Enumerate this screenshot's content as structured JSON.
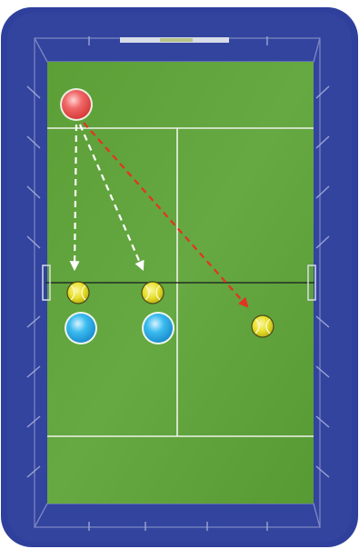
{
  "diagram": {
    "type": "padel-tennis-court-drill",
    "colors": {
      "frame_blue": "#33439e",
      "frame_blue_dark": "#1f2b86",
      "turf_green": "#5ea13a",
      "line_white": "#f2f2f2",
      "arrow_white": "#ffffff",
      "arrow_red": "#e53224",
      "feeder_red": "#ef5a5a",
      "player_blue": "#32b7ea",
      "ball_yellow": "#e6de2a"
    },
    "feeder": {
      "icon": "red-player-icon"
    },
    "players": [
      {
        "id": "player-1",
        "icon": "blue-player-icon"
      },
      {
        "id": "player-2",
        "icon": "blue-player-icon"
      }
    ],
    "balls": [
      {
        "id": "ball-1",
        "icon": "tennis-ball-icon"
      },
      {
        "id": "ball-2",
        "icon": "tennis-ball-icon"
      },
      {
        "id": "ball-3",
        "icon": "tennis-ball-icon"
      }
    ],
    "arrows": [
      {
        "id": "arrow-to-ball-1",
        "style": "white-dashed"
      },
      {
        "id": "arrow-to-ball-2",
        "style": "white-dashed"
      },
      {
        "id": "arrow-to-ball-3",
        "style": "red-dashed"
      }
    ]
  }
}
